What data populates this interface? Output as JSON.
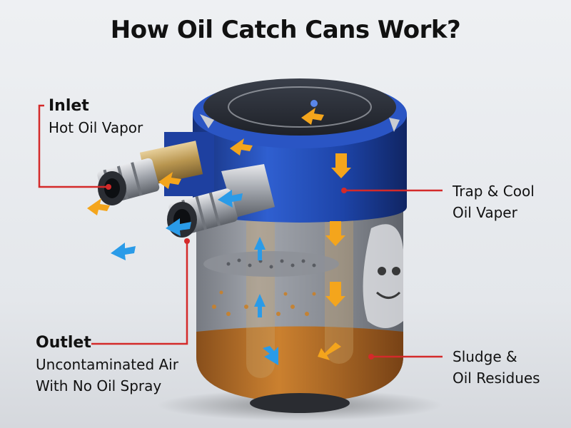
{
  "title": "How Oil Catch Cans Work?",
  "labels": {
    "inlet": {
      "heading": "Inlet",
      "desc": "Hot Oil Vapor"
    },
    "outlet": {
      "heading": "Outlet",
      "desc_line1": "Uncontaminated Air",
      "desc_line2": "With No Oil Spray"
    },
    "trap": {
      "line1": "Trap & Cool",
      "line2": "Oil Vaper"
    },
    "sludge": {
      "line1": "Sludge &",
      "line2": "Oil Residues"
    }
  },
  "colors": {
    "callout": "#d42a2a",
    "arrow_hot": "#f4a51c",
    "arrow_cool": "#2a9be8",
    "can_blue": "#1f43a8",
    "oil": "#c9751f"
  }
}
